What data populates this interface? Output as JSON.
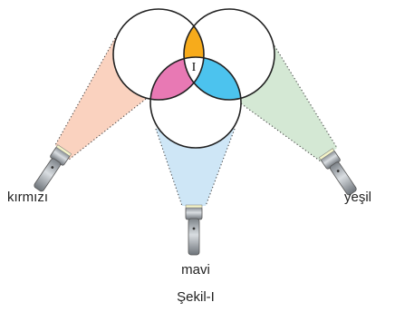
{
  "labels": {
    "red_lamp": "kırmızı",
    "green_lamp": "yeşil",
    "blue_lamp": "mavi",
    "overlap_mark": "I",
    "caption": "Şekil-I"
  },
  "colors": {
    "red_beam": "#f9cdb8",
    "green_beam": "#cfe6cf",
    "blue_beam": "#c9e3f5",
    "red_green_overlap": "#f7ab1b",
    "red_blue_overlap": "#e879b4",
    "green_blue_overlap": "#4cc3ee",
    "center_overlap": "#ffffff",
    "flashlight_body": "#9ba1a7"
  },
  "icons": {
    "flashlight": "flashlight-icon"
  }
}
